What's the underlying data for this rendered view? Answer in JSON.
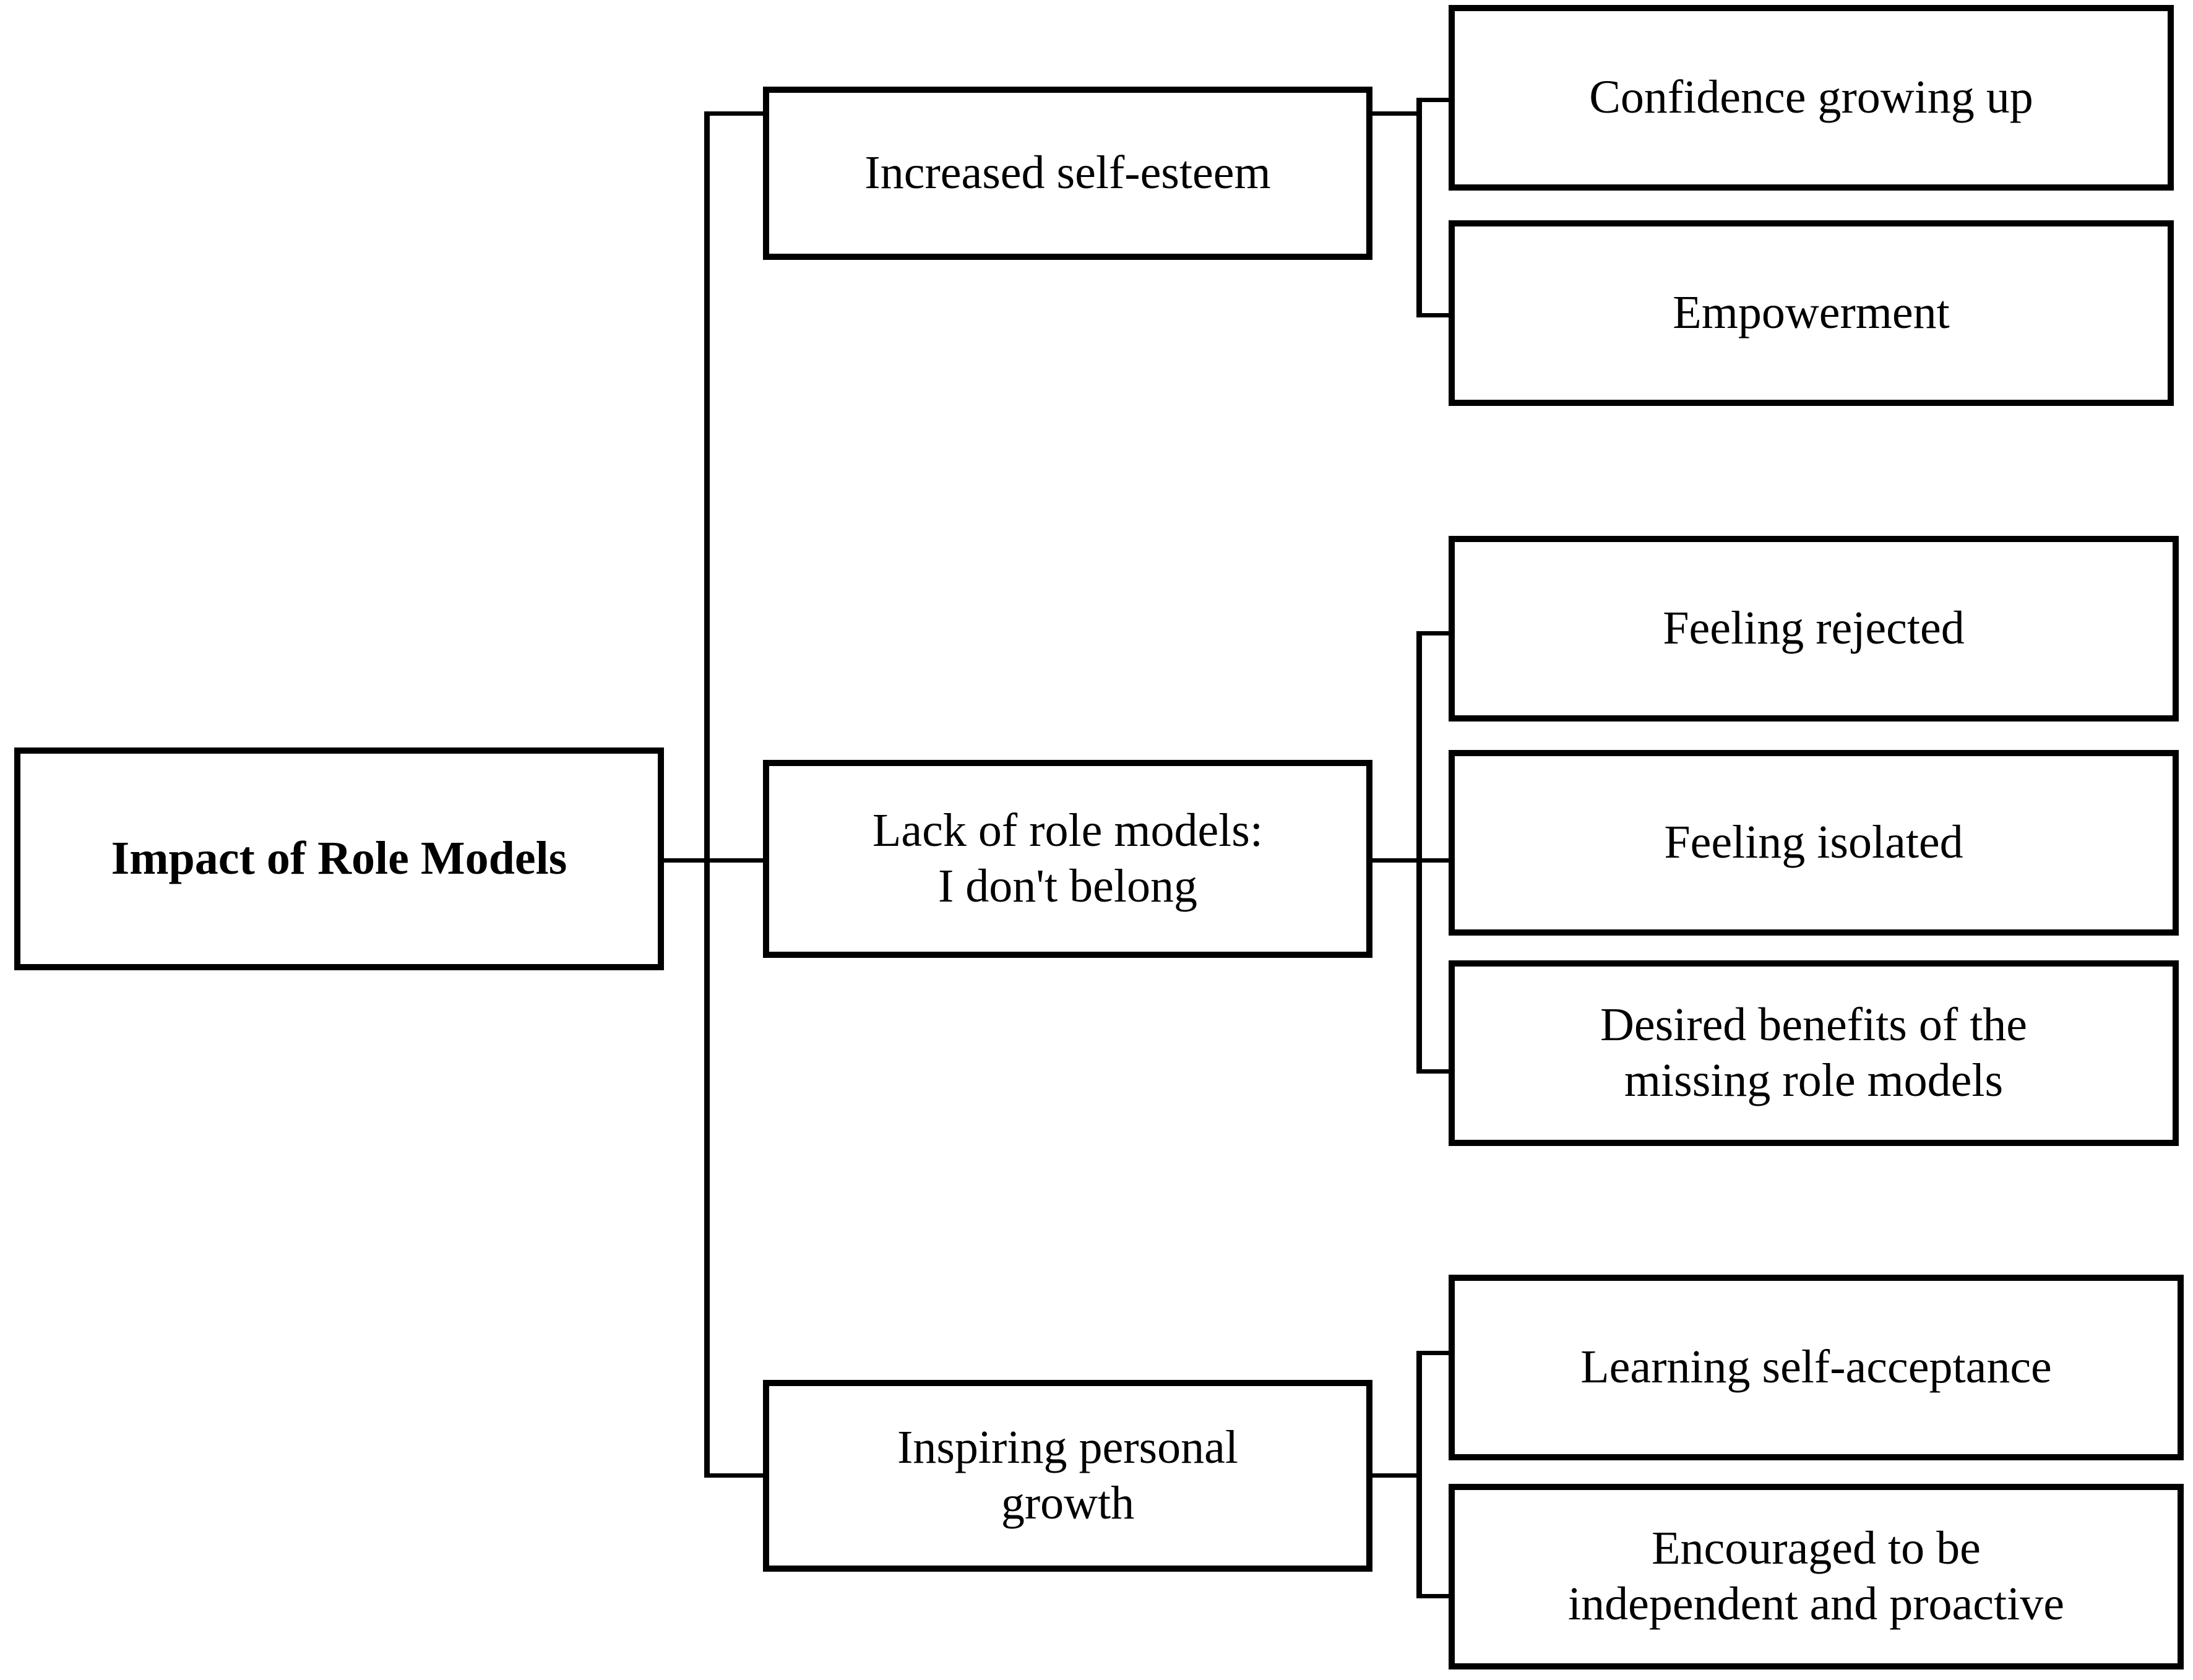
{
  "diagram": {
    "type": "hierarchy-tree",
    "orientation": "left-to-right",
    "title_node": "Impact of Role Models",
    "root": {
      "id": "impact-of-role-models",
      "label": "Impact of Role Models",
      "bold": true
    },
    "branches": [
      {
        "id": "increased-self-esteem",
        "label": "Increased self-esteem",
        "children": [
          {
            "id": "confidence-growing-up",
            "label": "Confidence growing up"
          },
          {
            "id": "empowerment",
            "label": "Empowerment"
          }
        ]
      },
      {
        "id": "lack-of-role-models",
        "label": "Lack of role models:\nI don't belong",
        "children": [
          {
            "id": "feeling-rejected",
            "label": "Feeling rejected"
          },
          {
            "id": "feeling-isolated",
            "label": "Feeling isolated"
          },
          {
            "id": "desired-benefits",
            "label": "Desired benefits of the\nmissing role models"
          }
        ]
      },
      {
        "id": "inspiring-personal-growth",
        "label": "Inspiring personal\ngrowth",
        "children": [
          {
            "id": "learning-self-acceptance",
            "label": "Learning self-acceptance"
          },
          {
            "id": "encouraged-independent",
            "label": "Encouraged to be\nindependent and proactive"
          }
        ]
      }
    ],
    "colors": {
      "stroke": "#000000",
      "fill": "#ffffff",
      "text": "#000000"
    }
  }
}
